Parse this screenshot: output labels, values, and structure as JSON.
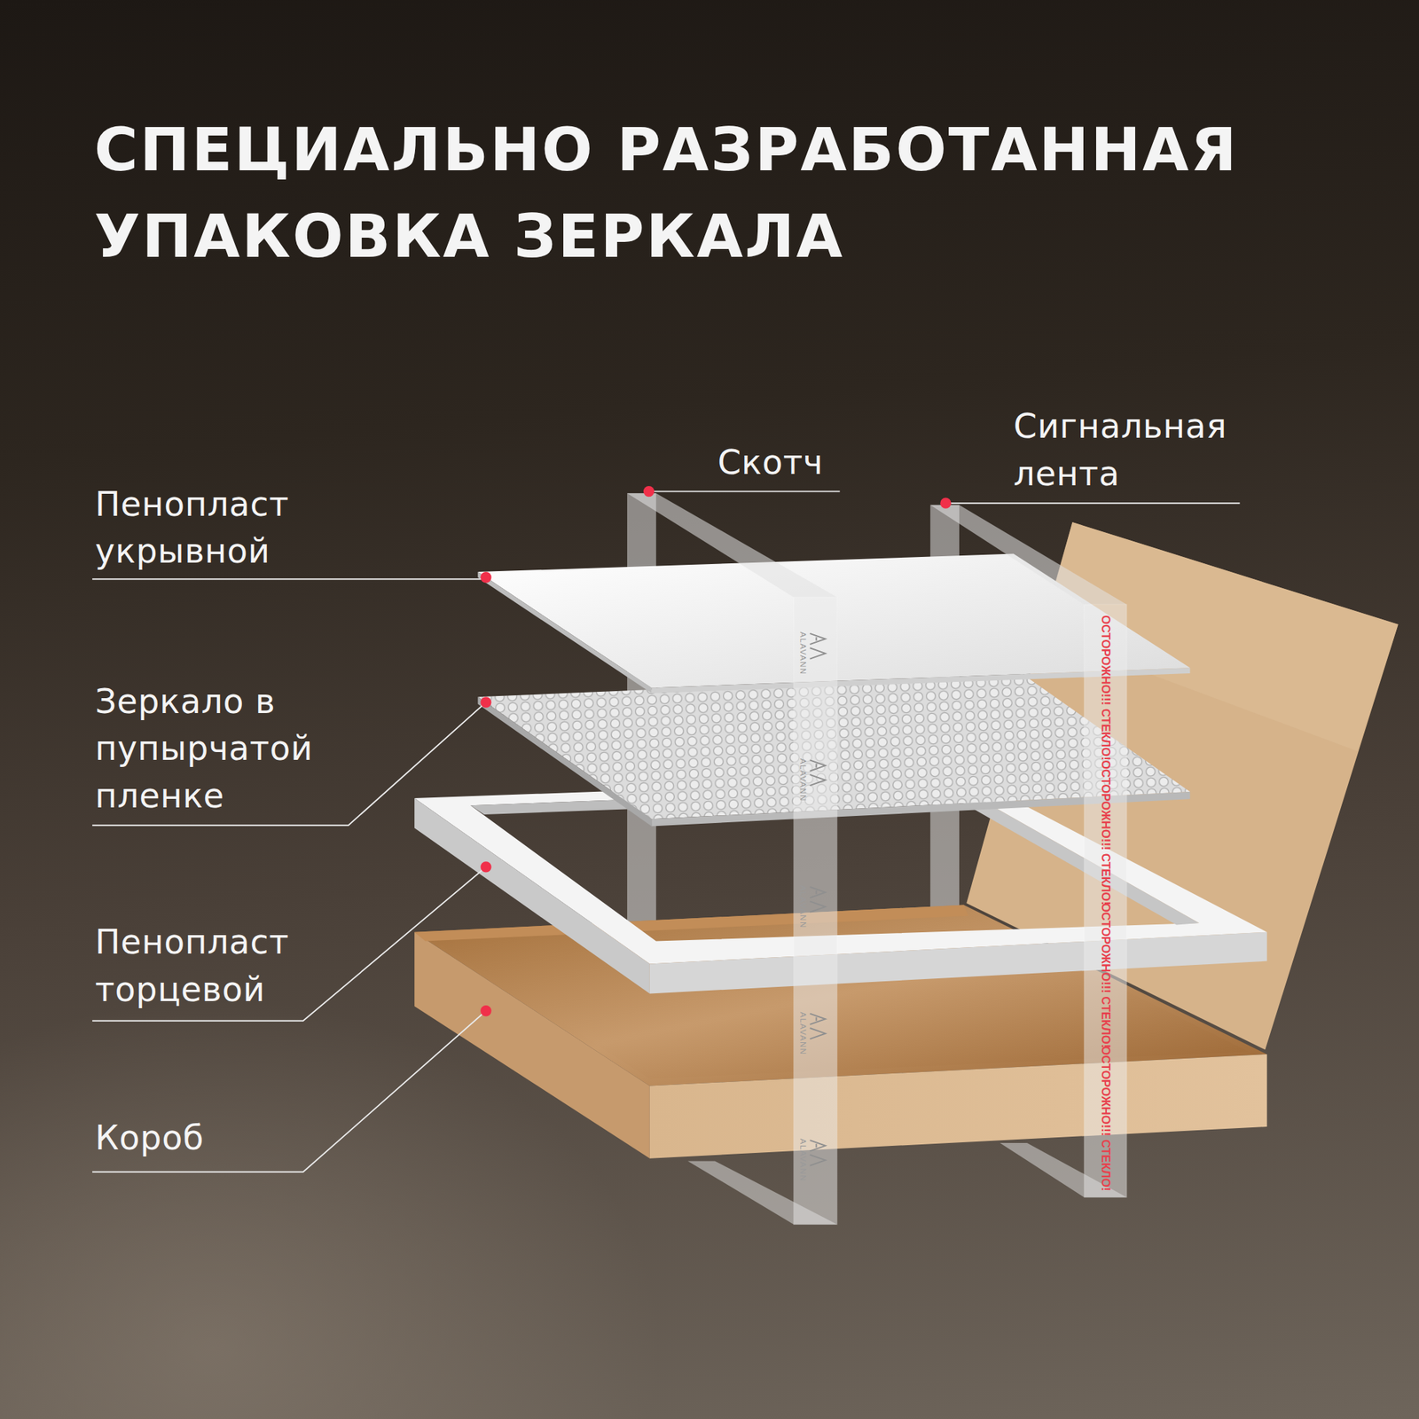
{
  "diagram": {
    "title": "СПЕЦИАЛЬНО РАЗРАБОТАННАЯ УПАКОВКА ЗЕРКАЛА",
    "labels": [
      "Пенопласт укрывной",
      "Зеркало в пупырчатой пленке",
      "Пенопласт торцевой",
      "Короб",
      "Скотч",
      "Сигнальная лента",
      "ALAVANN",
      "ALAVANN",
      "ALAVANN",
      "ALAVANN",
      "ALAVANN",
      "ОСТОРОЖНО!!! СТЕКЛО!",
      "ОСТОРОЖНО!!! СТЕКЛО!",
      "ОСТОРОЖНО!!! СТЕКЛО!",
      "ОСТОРОЖНО!!! СТЕКЛО!"
    ]
  }
}
